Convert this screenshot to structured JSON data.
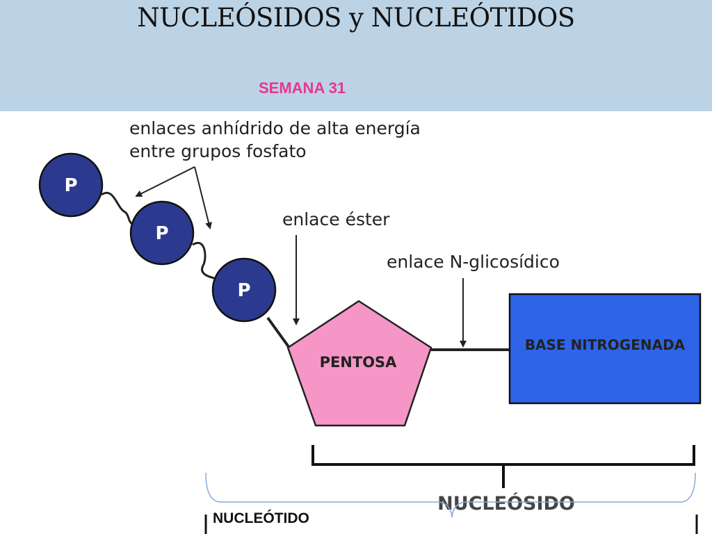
{
  "header": {
    "title": "NUCLEÓSIDOS y NUCLEÓTIDOS",
    "subtitle": "SEMANA 31"
  },
  "diagram": {
    "phosphate_label": "P",
    "anhydride_label_line1": "enlaces anhídrido de alta energía",
    "anhydride_label_line2": "entre grupos fosfato",
    "ester_label": "enlace éster",
    "glycosidic_label": "enlace N-glicosídico",
    "pentose_label": "PENTOSA",
    "base_label": "BASE NITROGENADA",
    "nucleoside_label": "NUCLEÓSIDO",
    "nucleotide_label": "NUCLEÓTIDO"
  },
  "colors": {
    "header_background": "#bcd3e5",
    "subtitle": "#e8368f",
    "phosphate_fill": "#2b3a8f",
    "pentose_fill": "#f596c6",
    "base_fill": "#2e64e8",
    "nucleotide_bracket": "#8aa9d6"
  }
}
